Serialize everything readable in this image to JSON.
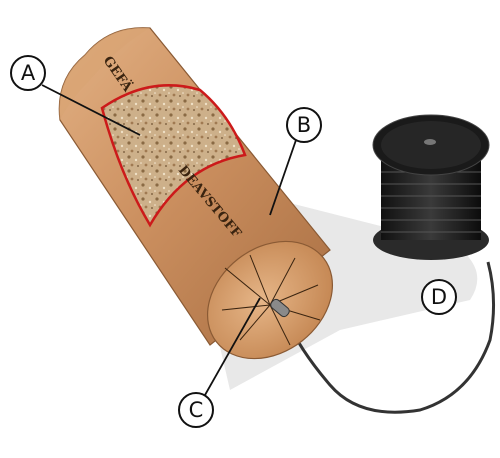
{
  "labels": {
    "a": "A",
    "b": "B",
    "c": "C",
    "d": "D"
  },
  "stamp": {
    "top": "GEFÄ",
    "side": "DEAVSTOFF"
  },
  "colors": {
    "tube": "#cc9060",
    "tube_shadow": "#a86e42",
    "tube_highlight": "#e2b184",
    "cutaway_outline": "#cc1a1a",
    "sawdust": "#c9a57c",
    "spool": "#1e1e1e",
    "cable": "#333333"
  },
  "icons": {
    "spool": "spool-icon",
    "fuse": "fuse-icon"
  }
}
